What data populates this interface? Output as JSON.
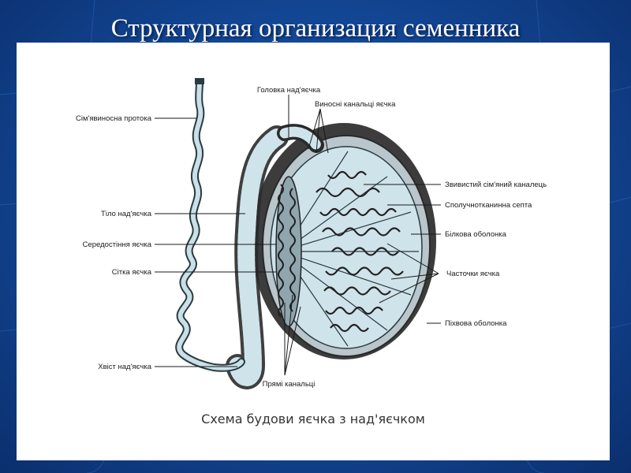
{
  "slide": {
    "title": "Структурная организация семенника"
  },
  "diagram": {
    "caption": "Схема будови яєчка з над'яєчком",
    "labels": {
      "vas_deferens": "Сім'явиносна протока",
      "epididymis_head": "Головка над'яєчка",
      "efferent_ductules": "Виносні канальці яєчка",
      "seminiferous_tubule": "Звивистий сім'яний каналець",
      "septum": "Сполучнотканинна септа",
      "tunica_albuginea": "Білкова оболонка",
      "epididymis_body": "Тіло над'яєчка",
      "mediastinum": "Середостіння яєчка",
      "rete_testis": "Сітка яєчка",
      "lobules": "Часточки яєчка",
      "tunica_vaginalis": "Піхвова оболонка",
      "epididymis_tail": "Хвіст над'яєчка",
      "straight_tubules": "Прямі канальці"
    }
  },
  "colors": {
    "background": "#144a9a",
    "tubule_fill": "#c9e0e8",
    "tubule_stroke": "#2a3a40",
    "capsule_dark": "#3a3a3a"
  }
}
